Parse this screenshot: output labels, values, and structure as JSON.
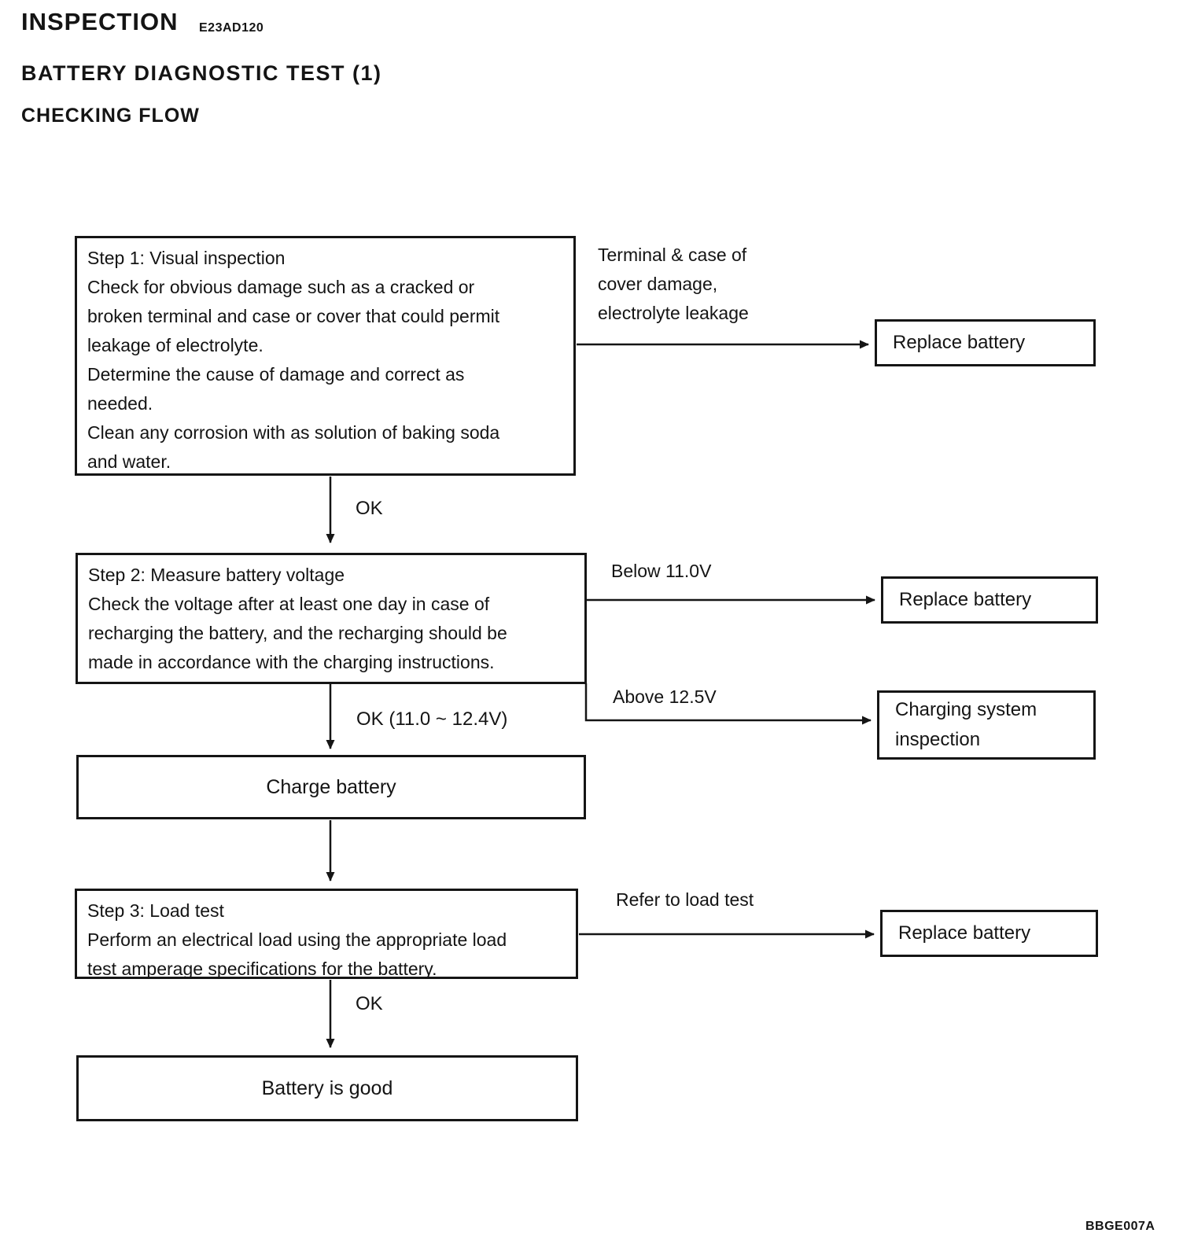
{
  "header": {
    "title": "INSPECTION",
    "code": "E23AD120",
    "subtitle": "BATTERY DIAGNOSTIC TEST (1)",
    "section": "CHECKING FLOW"
  },
  "flow": {
    "step1": {
      "title": "Step 1: Visual inspection",
      "body": "Check for obvious damage such as a cracked or\nbroken terminal and case or cover that could permit\nleakage of electrolyte.\nDetermine the cause of damage and correct as\nneeded.\nClean any corrosion with as solution of baking soda\nand water."
    },
    "step1_branch_label": "Terminal & case of\ncover damage,\nelectrolyte leakage",
    "replace_battery_1": "Replace battery",
    "ok1": "OK",
    "step2": {
      "title": "Step 2: Measure battery voltage",
      "body": "Check the voltage after at least one day in case of\nrecharging the battery, and the recharging should be\nmade in accordance with the charging instructions."
    },
    "below_label": "Below 11.0V",
    "replace_battery_2": "Replace battery",
    "above_label": "Above 12.5V",
    "charging_inspection": "Charging system\ninspection",
    "ok2": "OK (11.0 ~ 12.4V)",
    "charge_battery": "Charge battery",
    "step3": {
      "title": "Step 3: Load test",
      "body": "Perform an electrical load using the appropriate load\ntest amperage specifications for the battery."
    },
    "refer_label": "Refer to load test",
    "replace_battery_3": "Replace battery",
    "ok3": "OK",
    "battery_good": "Battery is good"
  },
  "footer": {
    "figure_code": "BBGE007A"
  }
}
